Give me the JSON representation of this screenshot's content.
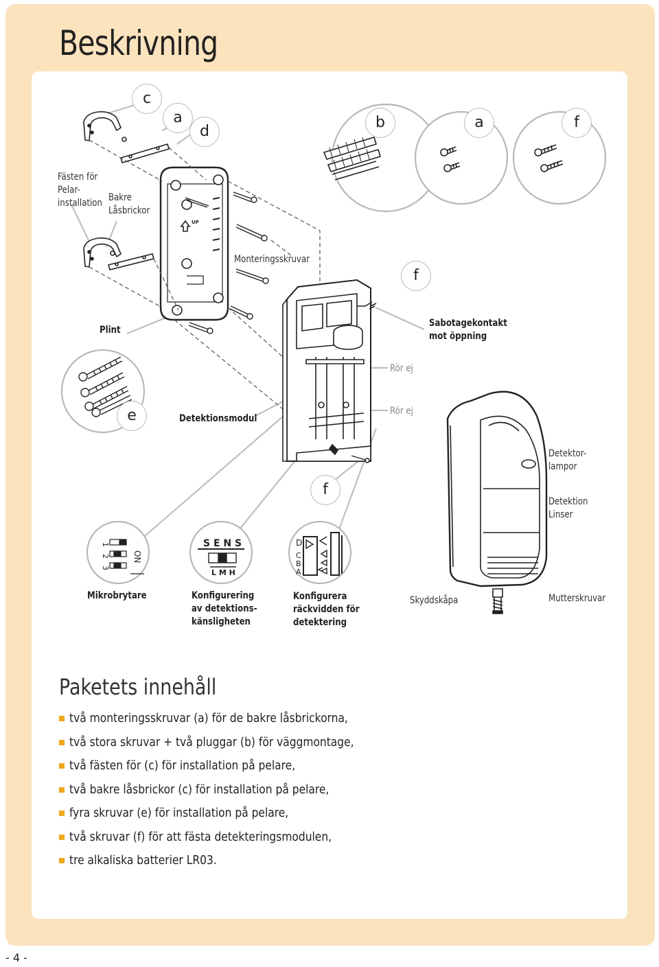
{
  "page": {
    "title": "Beskrivning",
    "page_number": "- 4 -"
  },
  "callouts": {
    "c": "c",
    "a1": "a",
    "d": "d",
    "b": "b",
    "a2": "a",
    "f1": "f",
    "f2": "f",
    "e": "e",
    "f3": "f"
  },
  "labels": {
    "fasten_pelar": [
      "Fästen för",
      "Pelar-",
      "installation"
    ],
    "bakre_lasbrickor": [
      "Bakre",
      "Låsbrickor"
    ],
    "monteringsskruvar": "Monteringsskruvar",
    "plint": "Plint",
    "sabotagekontakt": [
      "Sabotagekontakt",
      "mot öppning"
    ],
    "ror_ej_1": "Rör ej",
    "ror_ej_2": "Rör ej",
    "detektionsmodul": "Detektionsmodul",
    "detektorlampor": [
      "Detektor-",
      "lampor"
    ],
    "detektion_linser": [
      "Detektion",
      "Linser"
    ],
    "mikrobrytare": "Mikrobrytare",
    "konfig_kanslighet": [
      "Konfigurering",
      "av detektions-",
      "känsligheten"
    ],
    "konfig_rackvidd": [
      "Konfigurera",
      "räckvidden för",
      "detektering"
    ],
    "skyddskapa": "Skyddskåpa",
    "mutterskruvar": "Mutterskruvar"
  },
  "panels": {
    "dip": {
      "on": "ON",
      "n1": "1",
      "n2": "2",
      "n3": "3"
    },
    "sens": {
      "top": "S E N S",
      "bottom": "L M H"
    },
    "range": {
      "d": "D",
      "c": "C",
      "b": "B",
      "a": "A"
    },
    "up_mark": "UP"
  },
  "contents": {
    "title": "Paketets innehåll",
    "items": [
      "två monteringsskruvar (a) för de bakre låsbrickorna,",
      "två stora skruvar  + två pluggar (b) för väggmontage,",
      "två fästen för (c) för installation på pelare,",
      "två bakre låsbrickor (c) för installation på pelare,",
      "fyra skruvar (e) för installation på pelare,",
      "två skruvar (f) för att fästa detekteringsmodulen,",
      "tre alkaliska batterier LR03."
    ]
  },
  "colors": {
    "frame": "#fbe3bd",
    "bullet": "#f2a81d",
    "circle_border": "#b8b8b8"
  }
}
